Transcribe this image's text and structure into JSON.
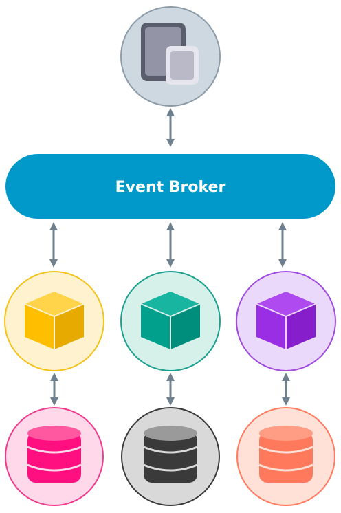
{
  "broker": {
    "label": "Event Broker",
    "fill": "#0099C9",
    "text_color": "#FFFFFF"
  },
  "client": {
    "icon": "devices-icon",
    "circle_fill": "#CDD8E1",
    "circle_stroke": "#8C9BA8"
  },
  "services": [
    {
      "name": "service-1",
      "icon": "cube-icon",
      "color": "#FFBE00",
      "circle_fill": "#FFF3CF",
      "circle_stroke": "#F4C21B"
    },
    {
      "name": "service-2",
      "icon": "cube-icon",
      "color": "#00A08C",
      "circle_fill": "#D5F1EA",
      "circle_stroke": "#1BA08F"
    },
    {
      "name": "service-3",
      "icon": "cube-icon",
      "color": "#9A2EE4",
      "circle_fill": "#EAD9FB",
      "circle_stroke": "#A04BDF"
    }
  ],
  "databases": [
    {
      "name": "database-1",
      "icon": "database-icon",
      "color": "#FF0F7F",
      "circle_fill": "#FFD9EA",
      "circle_stroke": "#F03B8C"
    },
    {
      "name": "database-2",
      "icon": "database-icon",
      "color": "#3A3A3A",
      "circle_fill": "#D9D9D9",
      "circle_stroke": "#3A3A3A"
    },
    {
      "name": "database-3",
      "icon": "database-icon",
      "color": "#FF7A5C",
      "circle_fill": "#FFE1D8",
      "circle_stroke": "#FF7A5C"
    }
  ],
  "arrow_color": "#6F808E"
}
